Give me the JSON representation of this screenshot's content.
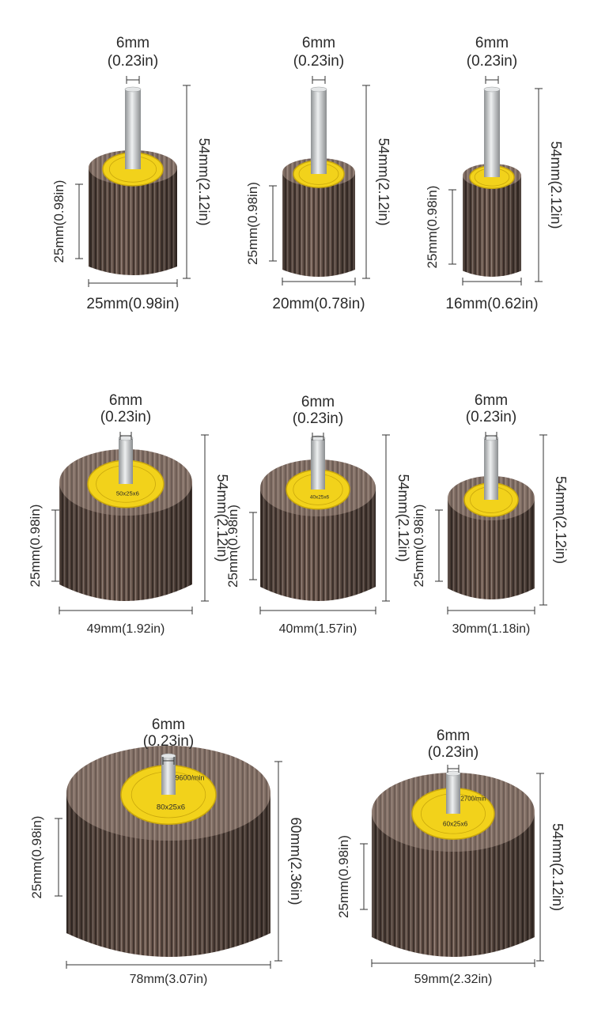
{
  "colors": {
    "abrasive": "#6e5a50",
    "abrasive_dark": "#3f322c",
    "abrasive_light": "#9c8a80",
    "hub": "#f2d21b",
    "hub_dark": "#c9a70c",
    "shaft": "#c8cacc",
    "dim_line": "#333333"
  },
  "wheels": [
    {
      "id": "w1",
      "shaft_label": "6mm",
      "shaft_label_in": "(0.23in)",
      "width_label": "25mm(0.98in)",
      "height_label": "25mm(0.98in)",
      "total_label": "54mm(2.12in)",
      "hub_text": "",
      "hub_text2": ""
    },
    {
      "id": "w2",
      "shaft_label": "6mm",
      "shaft_label_in": "(0.23in)",
      "width_label": "20mm(0.78in)",
      "height_label": "25mm(0.98in)",
      "total_label": "54mm(2.12in)",
      "hub_text": "",
      "hub_text2": ""
    },
    {
      "id": "w3",
      "shaft_label": "6mm",
      "shaft_label_in": "(0.23in)",
      "width_label": "16mm(0.62in)",
      "height_label": "25mm(0.98in)",
      "total_label": "54mm(2.12in)",
      "hub_text": "",
      "hub_text2": ""
    },
    {
      "id": "w4",
      "shaft_label": "6mm",
      "shaft_label_in": "(0.23in)",
      "width_label": "49mm(1.92in)",
      "height_label": "25mm(0.98in)",
      "total_label": "54mm(2.12in)",
      "hub_text": "50x25x6",
      "hub_text2": ""
    },
    {
      "id": "w5",
      "shaft_label": "6mm",
      "shaft_label_in": "(0.23in)",
      "width_label": "40mm(1.57in)",
      "height_label": "25mm(0.98in)",
      "total_label": "54mm(2.12in)",
      "hub_text": "40x25x6",
      "hub_text2": ""
    },
    {
      "id": "w6",
      "shaft_label": "6mm",
      "shaft_label_in": "(0.23in)",
      "width_label": "30mm(1.18in)",
      "height_label": "25mm(0.98in)",
      "total_label": "54mm(2.12in)",
      "hub_text": "",
      "hub_text2": ""
    },
    {
      "id": "w7",
      "shaft_label": "6mm",
      "shaft_label_in": "(0.23in)",
      "width_label": "78mm(3.07in)",
      "height_label": "25mm(0.98in)",
      "total_label": "60mm(2.36in)",
      "hub_text": "80x25x6",
      "hub_text2": "9600/min"
    },
    {
      "id": "w8",
      "shaft_label": "6mm",
      "shaft_label_in": "(0.23in)",
      "width_label": "59mm(2.32in)",
      "height_label": "25mm(0.98in)",
      "total_label": "54mm(2.12in)",
      "hub_text": "60x25x6",
      "hub_text2": "12700/min"
    }
  ]
}
